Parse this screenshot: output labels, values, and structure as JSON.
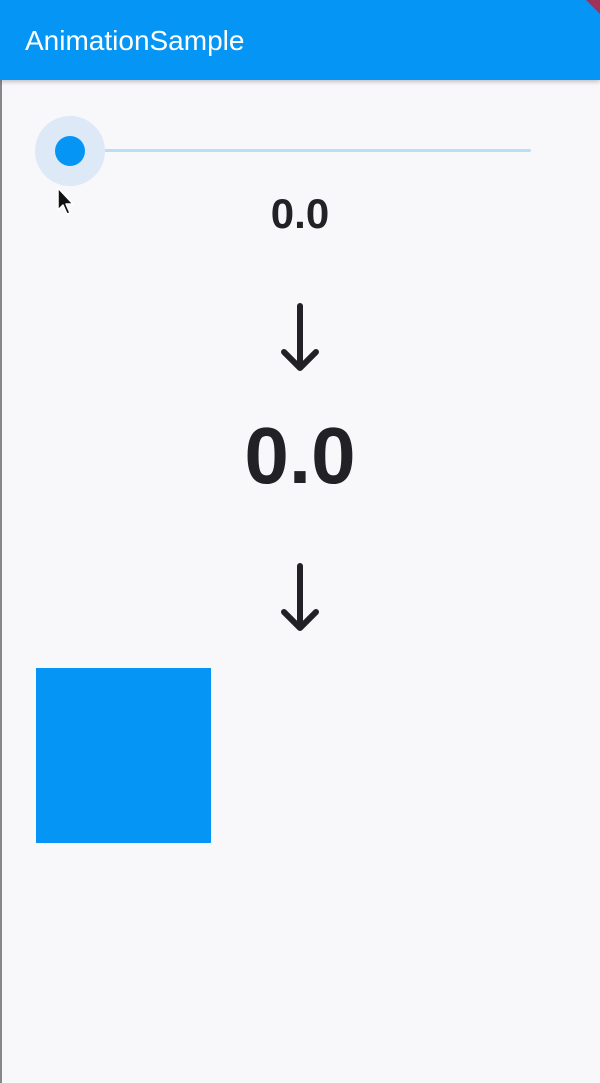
{
  "app_bar": {
    "title": "AnimationSample",
    "color": "#0596f5"
  },
  "slider": {
    "value": 0.0,
    "active_color": "#0596f5",
    "inactive_color": "#b9dff7"
  },
  "display": {
    "slider_value_text": "0.0",
    "animated_value_text": "0.0"
  },
  "icons": {
    "arrow_1": "arrow-down-icon",
    "arrow_2": "arrow-down-icon",
    "cursor": "mouse-pointer-icon"
  },
  "box": {
    "color": "#0596f5"
  }
}
